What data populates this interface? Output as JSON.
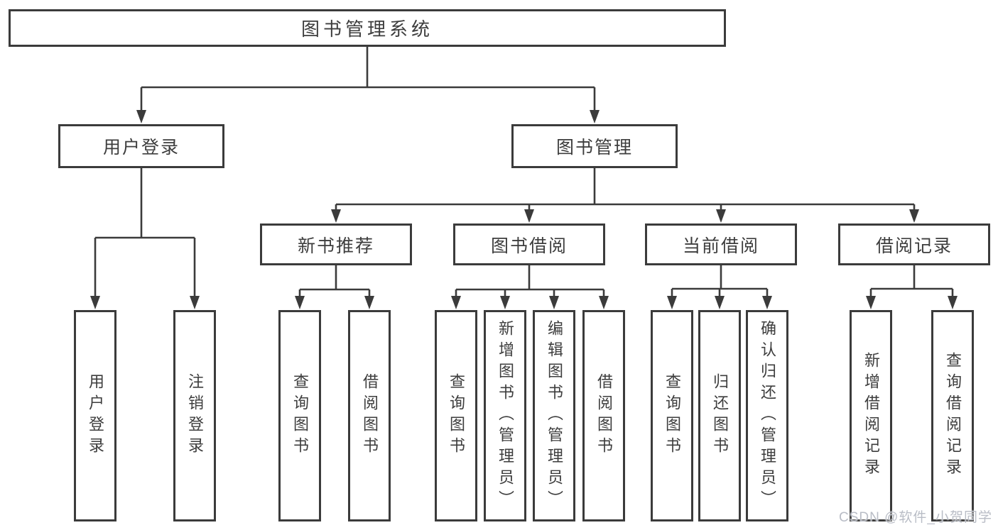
{
  "tree": {
    "label": "图书管理系统",
    "children": [
      {
        "label": "用户登录",
        "children": [
          {
            "label": "用户登录"
          },
          {
            "label": "注销登录"
          }
        ]
      },
      {
        "label": "图书管理",
        "children": [
          {
            "label": "新书推荐",
            "children": [
              {
                "label": "查询图书"
              },
              {
                "label": "借阅图书"
              }
            ]
          },
          {
            "label": "图书借阅",
            "children": [
              {
                "label": "查询图书"
              },
              {
                "label": "新增图书（管理员）"
              },
              {
                "label": "编辑图书（管理员）"
              },
              {
                "label": "借阅图书"
              }
            ]
          },
          {
            "label": "当前借阅",
            "children": [
              {
                "label": "查询图书"
              },
              {
                "label": "归还图书"
              },
              {
                "label": "确认归还（管理员）"
              }
            ]
          },
          {
            "label": "借阅记录",
            "children": [
              {
                "label": "新增借阅记录"
              },
              {
                "label": "查询借阅记录"
              }
            ]
          }
        ]
      }
    ]
  },
  "watermark": {
    "text": "CSDN @软件_小贺同学"
  },
  "colors": {
    "line": "#3b3b3b",
    "border": "#3b3b3b",
    "text": "#3d3d3d",
    "watermark": "#b9bdc6",
    "background": "#ffffff"
  }
}
